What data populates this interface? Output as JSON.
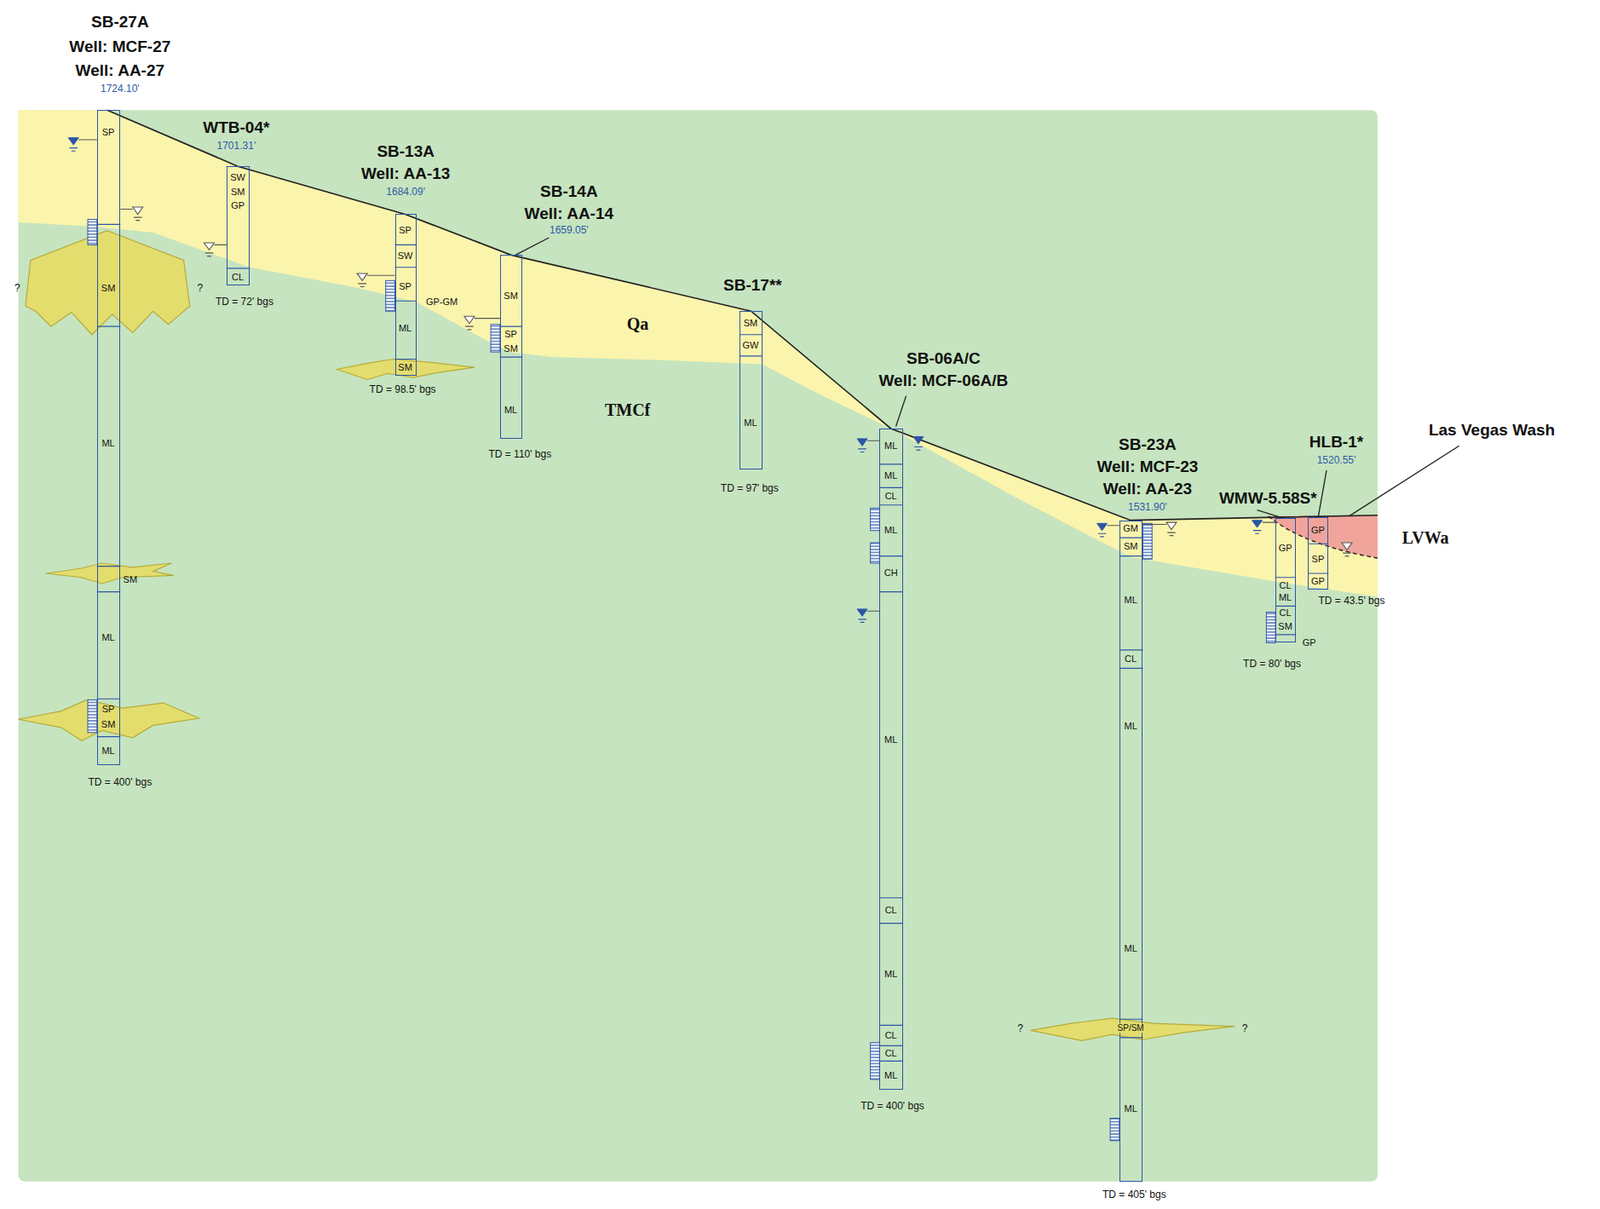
{
  "diagram": {
    "nodes": [
      {
        "text": [
          "SB-27A",
          "Well: MCF-27",
          "Well: AA-27",
          "1724.10'",
          "SP",
          "SM",
          "ML",
          "SM",
          "ML",
          "SP",
          "SM",
          "ML",
          "TD = 400' bgs"
        ]
      },
      {
        "text": [
          "WTB-04*",
          "1701.31'",
          "SW",
          "SM",
          "GP",
          "CL",
          "TD = 72' bgs"
        ]
      },
      {
        "text": [
          "SB-13A",
          "Well: AA-13",
          "1684.09'",
          "SP",
          "SW",
          "SP",
          "ML",
          "SM",
          "TD = 98.5' bgs"
        ]
      },
      {
        "text": [
          "SB-14A",
          "Well: AA-14",
          "1659.05'",
          "SM",
          "SP",
          "SM",
          "ML",
          "TD = 110' bgs"
        ]
      },
      {
        "text": [
          "SB-17**",
          "SM",
          "GW",
          "ML",
          "TD = 97' bgs"
        ]
      },
      {
        "text": [
          "SB-06A/C",
          "Well: MCF-06A/B",
          "ML",
          "ML",
          "CL",
          "ML",
          "CH",
          "ML",
          "CL",
          "ML",
          "CL",
          "CL",
          "ML",
          "TD = 400' bgs"
        ]
      },
      {
        "text": [
          "SB-23A",
          "Well: MCF-23",
          "Well: AA-23",
          "1531.90'",
          "GM",
          "SM",
          "ML",
          "CL",
          "ML",
          "ML",
          "SP/SM",
          "ML",
          "TD = 405' bgs"
        ]
      },
      {
        "text": [
          "WMW-5.58S*",
          "GP",
          "CL",
          "ML",
          "CL",
          "SM",
          "TD = 80' bgs"
        ]
      },
      {
        "text": [
          "HLB-1*",
          "1520.55'",
          "GP",
          "SP",
          "GP",
          "TD = 43.5' bgs"
        ]
      }
    ],
    "labels": [
      "Qa",
      "TMCf",
      "LVWa",
      "Las Vegas Wash",
      "GP-GM",
      "GP",
      "?",
      "?",
      "?",
      "?"
    ]
  }
}
